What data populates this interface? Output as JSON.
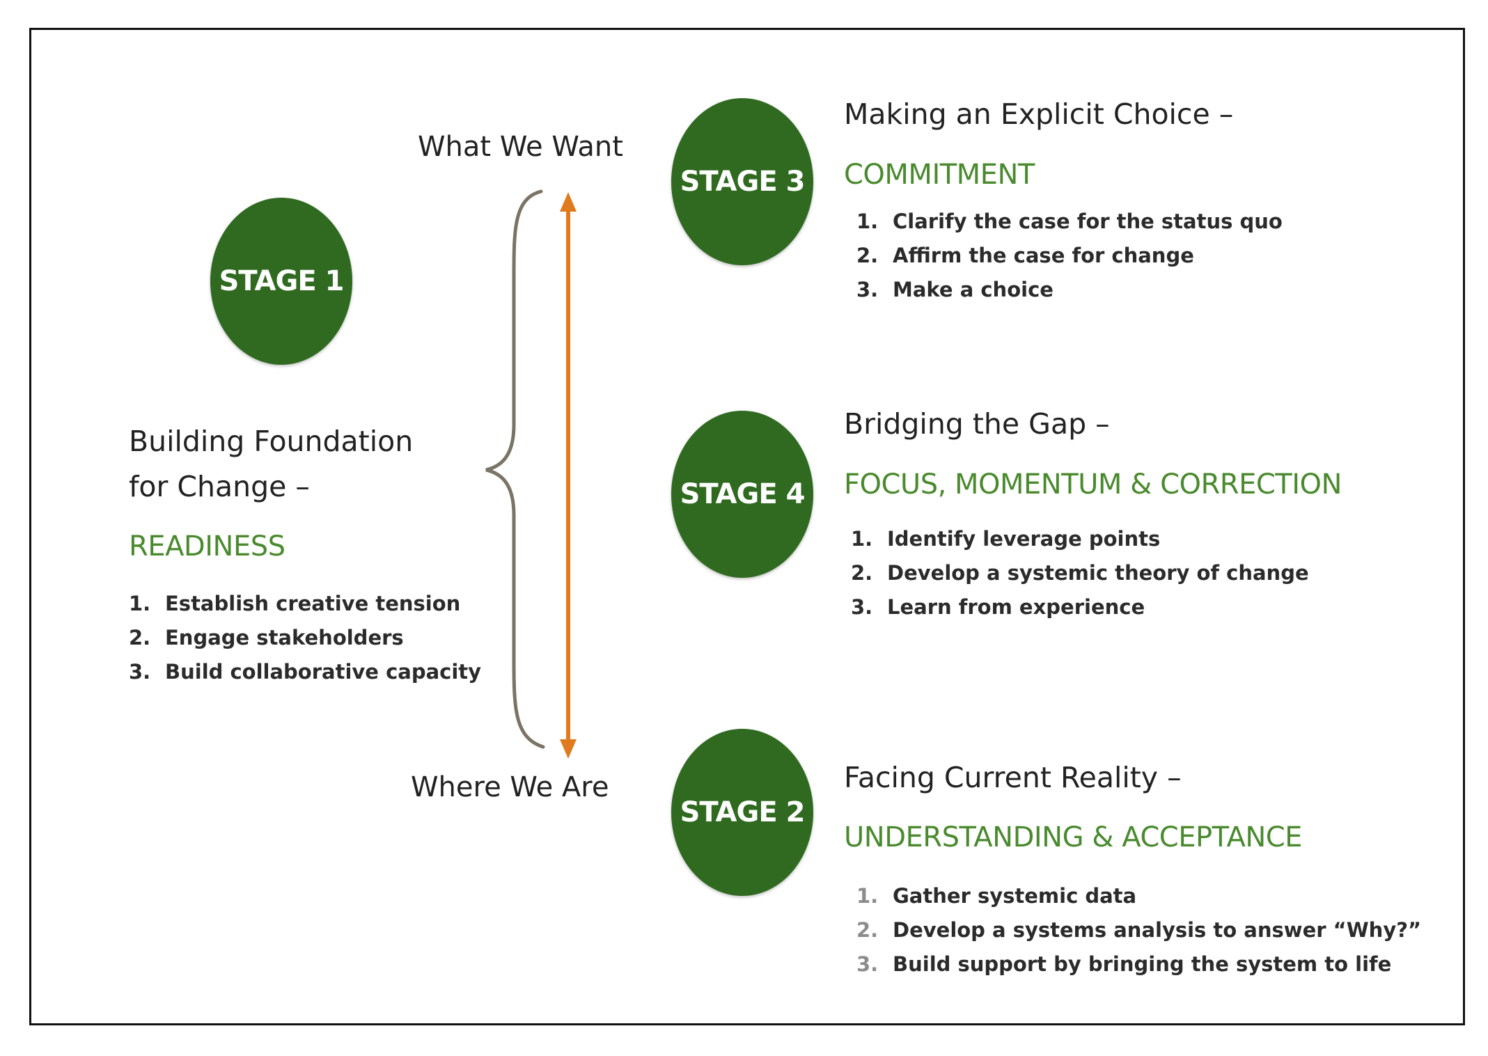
{
  "axis": {
    "top_label": "What We Want",
    "bottom_label": "Where We Are"
  },
  "colors": {
    "stage_circle": "#2f6a20",
    "green_heading": "#4a8a2e",
    "arrow": "#e07a1f",
    "brace": "#7a7466"
  },
  "stages": {
    "stage1": {
      "label": "STAGE 1",
      "title_line1": "Building Foundation",
      "title_line2": "for Change –",
      "subtitle": "READINESS",
      "steps": [
        {
          "num": "1.",
          "text": "Establish creative tension"
        },
        {
          "num": "2.",
          "text": "Engage stakeholders"
        },
        {
          "num": "3.",
          "text": "Build collaborative capacity"
        }
      ]
    },
    "stage3": {
      "label": "STAGE 3",
      "title": "Making an Explicit Choice –",
      "subtitle": "COMMITMENT",
      "steps": [
        {
          "num": "1.",
          "text": "Clarify the case for the status quo"
        },
        {
          "num": "2.",
          "text": "Affirm the case for change"
        },
        {
          "num": "3.",
          "text": "Make a choice"
        }
      ]
    },
    "stage4": {
      "label": "STAGE 4",
      "title": "Bridging the Gap –",
      "subtitle": "FOCUS, MOMENTUM & CORRECTION",
      "steps": [
        {
          "num": "1.",
          "text": "Identify leverage points"
        },
        {
          "num": "2.",
          "text": "Develop a systemic theory of change"
        },
        {
          "num": "3.",
          "text": "Learn from experience"
        }
      ]
    },
    "stage2": {
      "label": "STAGE 2",
      "title": "Facing Current Reality –",
      "subtitle": "UNDERSTANDING & ACCEPTANCE",
      "steps": [
        {
          "num": "1.",
          "text": "Gather systemic data"
        },
        {
          "num": "2.",
          "text": "Develop a systems analysis to answer “Why?”"
        },
        {
          "num": "3.",
          "text": "Build support by bringing the system to life"
        }
      ]
    }
  }
}
